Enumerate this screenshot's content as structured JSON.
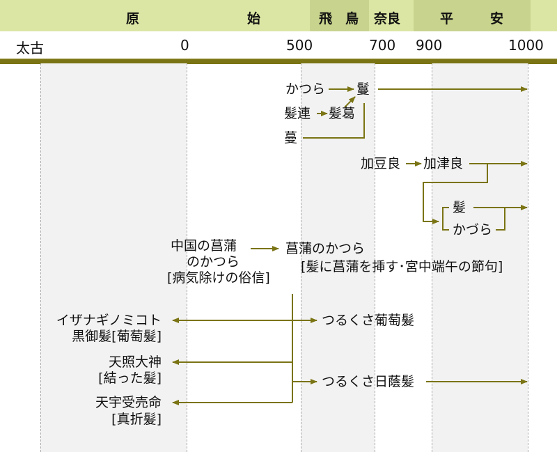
{
  "header": {
    "eras": [
      "原",
      "始",
      "飛　鳥",
      "奈良",
      "平",
      "安"
    ],
    "years": [
      "太古",
      "0",
      "500",
      "700",
      "900",
      "1000"
    ]
  },
  "nodes": {
    "katsura": "かつら",
    "kazura_kami": "鬘",
    "kazura_ren": "髪連",
    "kazura_katsura": "髪葛",
    "tsuru": "蔓",
    "kazura_a": "加豆良",
    "kazura_b": "加津良",
    "kami": "髪",
    "kazura_c": "かづら",
    "china_1": "中国の菖蒲",
    "china_2": "のかつら",
    "china_3": "[病気除けの俗信]",
    "shobu_1": "菖蒲のかつら",
    "shobu_2": "[髪に菖蒲を挿す･宮中端午の節句]",
    "izanagi_1": "イザナギノミコト",
    "izanagi_2": "黒御髪[葡萄髪]",
    "amaterasu_1": "天照大神",
    "amaterasu_2": "[結った髪]",
    "uzume_1": "天宇受売命",
    "uzume_2": "[真折髪]",
    "budou": "つるくさ葡萄髪",
    "hikage": "つるくさ日蔭髪"
  },
  "colors": {
    "arrow": "#7a7414",
    "header_light": "#dce6a4",
    "header_dark": "#c8d38e"
  }
}
